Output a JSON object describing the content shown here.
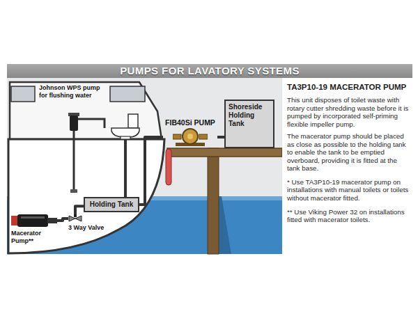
{
  "diagram": {
    "title": "PUMPS FOR LAVATORY SYSTEMS",
    "nodes": [
      {
        "text": [
          "Johnson WPS pump for flushing water"
        ]
      },
      {
        "text": [
          "FIB40Si PUMP"
        ]
      },
      {
        "text": [
          "Shoreside Holding Tank"
        ]
      },
      {
        "text": [
          "Holding Tank"
        ]
      },
      {
        "text": [
          "3 Way Valve"
        ]
      },
      {
        "text": [
          "Macerator Pump**"
        ]
      },
      {
        "text": [
          "TA3P10-19 MACERATOR PUMP",
          "This unit disposes of toilet waste with rotary cutter shredding waste before it is pumped by incorporated self-priming flexible impeller pump.",
          "The macerator pump should be placed as close as possible to the holding tank to enable the tank to be emptied overboard, providing it is fitted at the tank base.",
          "* Use TA3P10-19 macerator pump on installations with manual toilets or toilets without macerator fitted.",
          "** Use Viking Power 32 on installations fitted with macerator toilets."
        ]
      }
    ],
    "edges": [
      {
        "from": 3,
        "to": 1,
        "arrow": "none"
      },
      {
        "from": 1,
        "to": 2,
        "arrow": "none"
      },
      {
        "from": 3,
        "to": 4,
        "arrow": "none"
      },
      {
        "from": 4,
        "to": 5,
        "arrow": "none"
      }
    ]
  }
}
